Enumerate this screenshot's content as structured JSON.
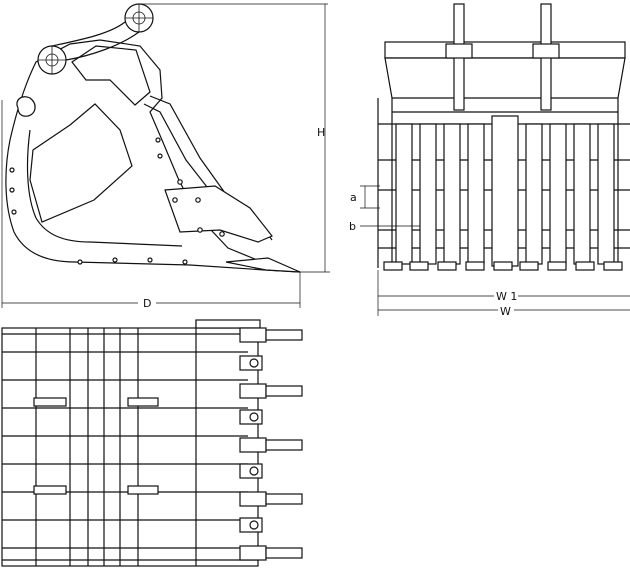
{
  "dimensions": {
    "height_label": "H",
    "depth_label": "D",
    "inner_width_label": "W 1",
    "width_label": "W",
    "tine_spacing_label": "a",
    "tine_width_label": "b"
  }
}
